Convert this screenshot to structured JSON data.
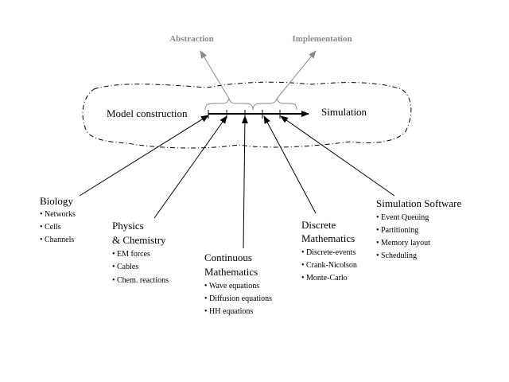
{
  "top": {
    "abstraction": "Abstraction",
    "implementation": "Implementation"
  },
  "axis": {
    "left": "Model construction",
    "right": "Simulation"
  },
  "groups": {
    "biology": {
      "title": [
        "Biology"
      ],
      "items": [
        "Networks",
        "Cells",
        "Channels"
      ]
    },
    "physics": {
      "title": [
        "Physics",
        "& Chemistry"
      ],
      "items": [
        "EM forces",
        "Cables",
        "Chem. reactions"
      ]
    },
    "continuous": {
      "title": [
        "Continuous",
        "Mathematics"
      ],
      "items": [
        "Wave equations",
        "Diffusion equations",
        "HH equations"
      ]
    },
    "discrete": {
      "title": [
        "Discrete",
        "Mathematics"
      ],
      "items": [
        "Discrete-events",
        "Crank-Nicolson",
        "Monte-Carlo"
      ]
    },
    "software": {
      "title": [
        "Simulation Software"
      ],
      "items": [
        "Event Queuing",
        "Partitioning",
        "Memory layout",
        "Scheduling"
      ]
    }
  },
  "colors": {
    "ink": "#000000",
    "muted": "#8a8a8a"
  }
}
